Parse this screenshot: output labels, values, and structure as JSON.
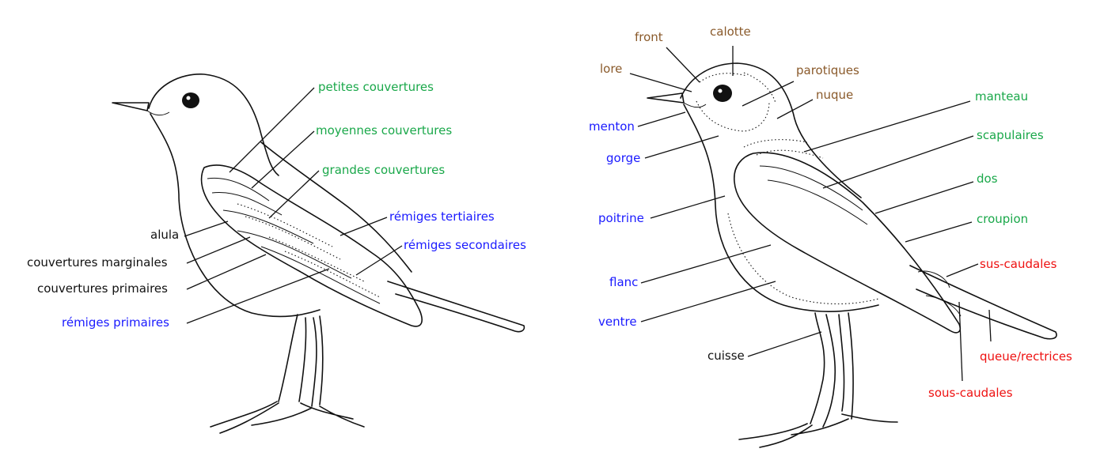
{
  "colors": {
    "wing": "#1aa84a",
    "remiges": "#1a1aff",
    "plain": "#111111",
    "head": "#8a5a2b",
    "tail": "#ee1111"
  },
  "left_bird": {
    "labels": [
      {
        "key": "petites",
        "text": "petites couvertures",
        "group": "wing"
      },
      {
        "key": "moyennes",
        "text": "moyennes couvertures",
        "group": "wing"
      },
      {
        "key": "grandes",
        "text": "grandes couvertures",
        "group": "wing"
      },
      {
        "key": "tertiaires",
        "text": "rémiges tertiaires",
        "group": "remiges"
      },
      {
        "key": "secondaires",
        "text": "rémiges secondaires",
        "group": "remiges"
      },
      {
        "key": "alula",
        "text": "alula",
        "group": "plain"
      },
      {
        "key": "marginales",
        "text": "couvertures marginales",
        "group": "plain"
      },
      {
        "key": "primaires_cov",
        "text": "couvertures primaires",
        "group": "plain"
      },
      {
        "key": "primaires",
        "text": "rémiges primaires",
        "group": "remiges"
      }
    ]
  },
  "right_bird": {
    "labels": [
      {
        "key": "front",
        "text": "front",
        "group": "head"
      },
      {
        "key": "calotte",
        "text": "calotte",
        "group": "head"
      },
      {
        "key": "lore",
        "text": "lore",
        "group": "head"
      },
      {
        "key": "parotiques",
        "text": "parotiques",
        "group": "head"
      },
      {
        "key": "nuque",
        "text": "nuque",
        "group": "head"
      },
      {
        "key": "menton",
        "text": "menton",
        "group": "remiges"
      },
      {
        "key": "gorge",
        "text": "gorge",
        "group": "remiges"
      },
      {
        "key": "poitrine",
        "text": "poitrine",
        "group": "remiges"
      },
      {
        "key": "flanc",
        "text": "flanc",
        "group": "remiges"
      },
      {
        "key": "ventre",
        "text": "ventre",
        "group": "remiges"
      },
      {
        "key": "cuisse",
        "text": "cuisse",
        "group": "plain"
      },
      {
        "key": "manteau",
        "text": "manteau",
        "group": "wing"
      },
      {
        "key": "scapulaires",
        "text": "scapulaires",
        "group": "wing"
      },
      {
        "key": "dos",
        "text": "dos",
        "group": "wing"
      },
      {
        "key": "croupion",
        "text": "croupion",
        "group": "wing"
      },
      {
        "key": "sus_caudales",
        "text": "sus-caudales",
        "group": "tail"
      },
      {
        "key": "queue",
        "text": "queue/rectrices",
        "group": "tail"
      },
      {
        "key": "sous_caudales",
        "text": "sous-caudales",
        "group": "tail"
      }
    ]
  }
}
